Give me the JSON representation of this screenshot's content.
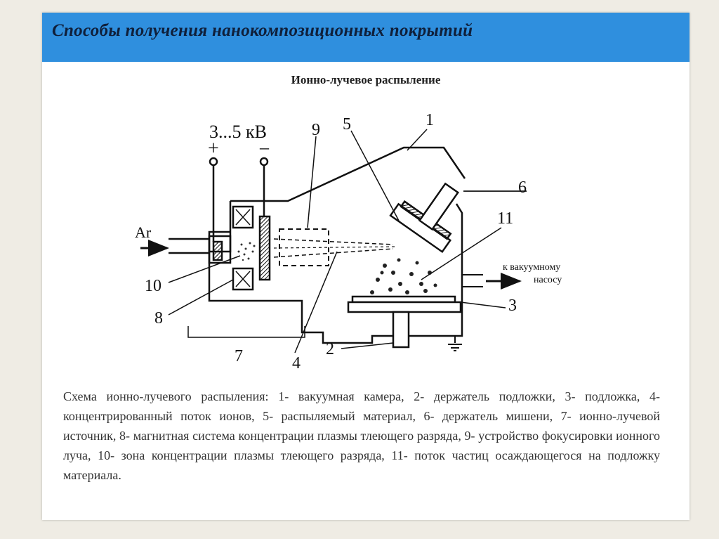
{
  "header": {
    "title": "Способы получения нанокомпозиционных  покрытий",
    "background": "#2f8fde"
  },
  "subtitle": "Ионно-лучевое распыление",
  "diagram": {
    "voltage": "3...5 кВ",
    "plus": "+",
    "minus": "–",
    "gas": "Ar",
    "pump_line1": "к вакуумному",
    "pump_line2": "насосу",
    "labels": {
      "l1": "1",
      "l2": "2",
      "l3": "3",
      "l4": "4",
      "l5": "5",
      "l6": "6",
      "l7": "7",
      "l8": "8",
      "l9": "9",
      "l10": "10",
      "l11": "11"
    }
  },
  "caption": "Схема ионно-лучевого распыления: 1- вакуумная камера, 2- держатель подложки, 3- подложка, 4- концентрированный поток ионов, 5- распыляемый материал, 6- держатель мишени, 7- ионно-лучевой источник, 8- магнитная система концентрации плазмы тлеющего разряда, 9- устройство фокусировки ионного луча, 10- зона концентрации плазмы тлеющего разряда, 11- поток частиц осаждающегося на подложку материала."
}
